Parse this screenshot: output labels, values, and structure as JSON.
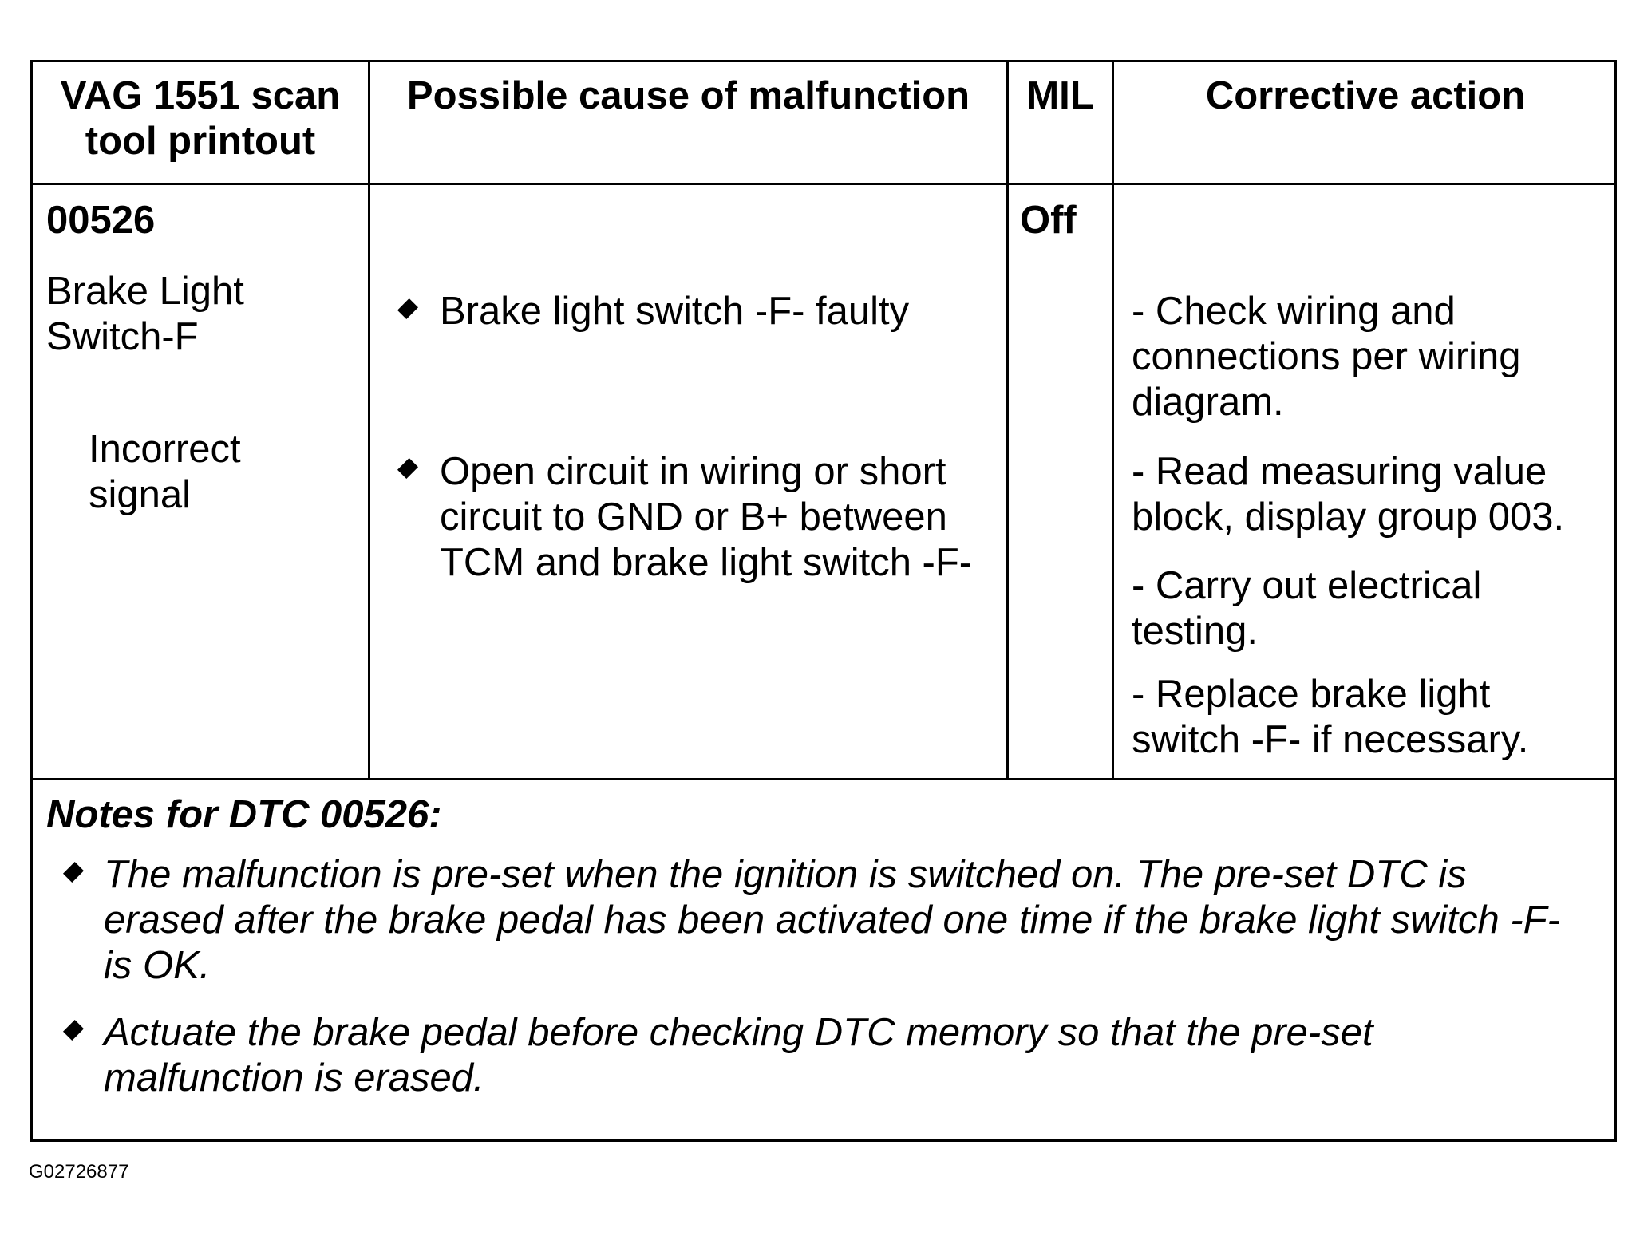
{
  "table": {
    "headers": {
      "scan_tool": "VAG 1551 scan\ntool printout",
      "cause": "Possible cause of malfunction",
      "mil": "MIL",
      "action": "Corrective action"
    },
    "row": {
      "code": "00526",
      "component": "Brake Light\nSwitch-F",
      "symptom": "Incorrect\nsignal",
      "causes": [
        "Brake light switch -F- faulty",
        "Open circuit in wiring or short\ncircuit to GND or B+ between\nTCM and brake light switch -F-"
      ],
      "mil": "Off",
      "actions": [
        "- Check wiring and\nconnections per wiring\ndiagram.",
        "- Read measuring value\nblock, display group 003.",
        "- Carry out electrical\ntesting.",
        "- Replace brake light\nswitch -F- if necessary."
      ]
    }
  },
  "notes": {
    "title": "Notes for DTC 00526:",
    "items": [
      "The malfunction is pre-set when the ignition is switched on. The pre-set DTC is\nerased after the brake pedal has been activated one time if the brake light switch -F-\nis OK.",
      "Actuate the brake pedal before checking DTC memory so that the pre-set\nmalfunction is erased."
    ]
  },
  "figure_id": "G02726877"
}
